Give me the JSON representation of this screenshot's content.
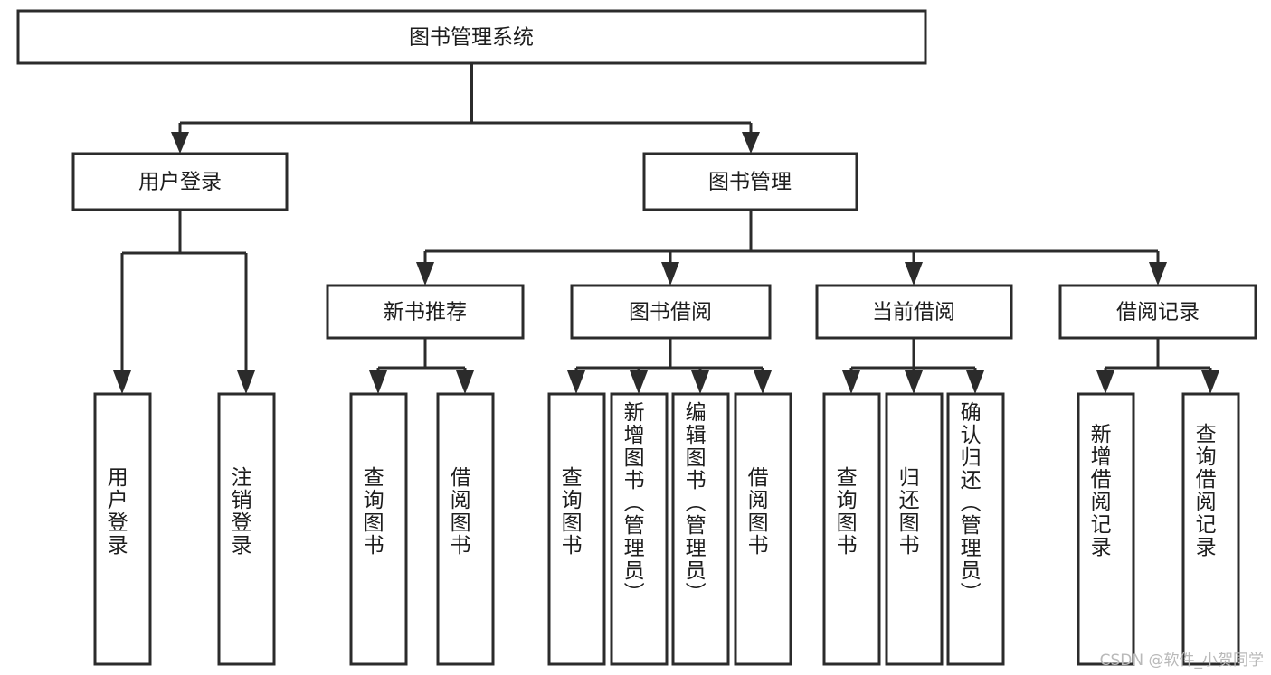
{
  "diagram": {
    "title": "图书管理系统",
    "type": "tree-hierarchy",
    "watermark": "CSDN @软件_小贺同学",
    "colors": {
      "stroke": "#2b2b2b",
      "fill": "#ffffff",
      "text": "#1d1d1d",
      "watermark": "#b9b9b9"
    },
    "levels": {
      "root": "图书管理系统",
      "level2": [
        "用户登录",
        "图书管理"
      ],
      "level3": [
        "新书推荐",
        "图书借阅",
        "当前借阅",
        "借阅记录"
      ]
    },
    "nodes": {
      "root": {
        "label": "图书管理系统",
        "orientation": "horizontal"
      },
      "n_user_login": {
        "label": "用户登录",
        "orientation": "horizontal"
      },
      "n_book_mgmt": {
        "label": "图书管理",
        "orientation": "horizontal"
      },
      "n_new_book": {
        "label": "新书推荐",
        "orientation": "horizontal"
      },
      "n_borrow": {
        "label": "图书借阅",
        "orientation": "horizontal"
      },
      "n_current": {
        "label": "当前借阅",
        "orientation": "horizontal"
      },
      "n_record": {
        "label": "借阅记录",
        "orientation": "horizontal"
      },
      "l_user_login": {
        "label": "用户登录",
        "orientation": "vertical"
      },
      "l_logout": {
        "label": "注销登录",
        "orientation": "vertical"
      },
      "l_nb_query": {
        "label": "查询图书",
        "orientation": "vertical"
      },
      "l_nb_borrow": {
        "label": "借阅图书",
        "orientation": "vertical"
      },
      "l_bo_query": {
        "label": "查询图书",
        "orientation": "vertical"
      },
      "l_bo_add": {
        "label": "新增图书（管理员）",
        "orientation": "vertical"
      },
      "l_bo_edit": {
        "label": "编辑图书（管理员）",
        "orientation": "vertical"
      },
      "l_bo_borrow": {
        "label": "借阅图书",
        "orientation": "vertical"
      },
      "l_cu_query": {
        "label": "查询图书",
        "orientation": "vertical"
      },
      "l_cu_return": {
        "label": "归还图书",
        "orientation": "vertical"
      },
      "l_cu_confirm": {
        "label": "确认归还（管理员）",
        "orientation": "vertical"
      },
      "l_re_add": {
        "label": "新增借阅记录",
        "orientation": "vertical"
      },
      "l_re_query": {
        "label": "查询借阅记录",
        "orientation": "vertical"
      }
    },
    "edges": [
      {
        "from": "root",
        "to": "n_user_login"
      },
      {
        "from": "root",
        "to": "n_book_mgmt"
      },
      {
        "from": "n_user_login",
        "to": "l_user_login"
      },
      {
        "from": "n_user_login",
        "to": "l_logout"
      },
      {
        "from": "n_book_mgmt",
        "to": "n_new_book"
      },
      {
        "from": "n_book_mgmt",
        "to": "n_borrow"
      },
      {
        "from": "n_book_mgmt",
        "to": "n_current"
      },
      {
        "from": "n_book_mgmt",
        "to": "n_record"
      },
      {
        "from": "n_new_book",
        "to": "l_nb_query"
      },
      {
        "from": "n_new_book",
        "to": "l_nb_borrow"
      },
      {
        "from": "n_borrow",
        "to": "l_bo_query"
      },
      {
        "from": "n_borrow",
        "to": "l_bo_add"
      },
      {
        "from": "n_borrow",
        "to": "l_bo_edit"
      },
      {
        "from": "n_borrow",
        "to": "l_bo_borrow"
      },
      {
        "from": "n_current",
        "to": "l_cu_query"
      },
      {
        "from": "n_current",
        "to": "l_cu_return"
      },
      {
        "from": "n_current",
        "to": "l_cu_confirm"
      },
      {
        "from": "n_record",
        "to": "l_re_add"
      },
      {
        "from": "n_record",
        "to": "l_re_query"
      }
    ]
  }
}
